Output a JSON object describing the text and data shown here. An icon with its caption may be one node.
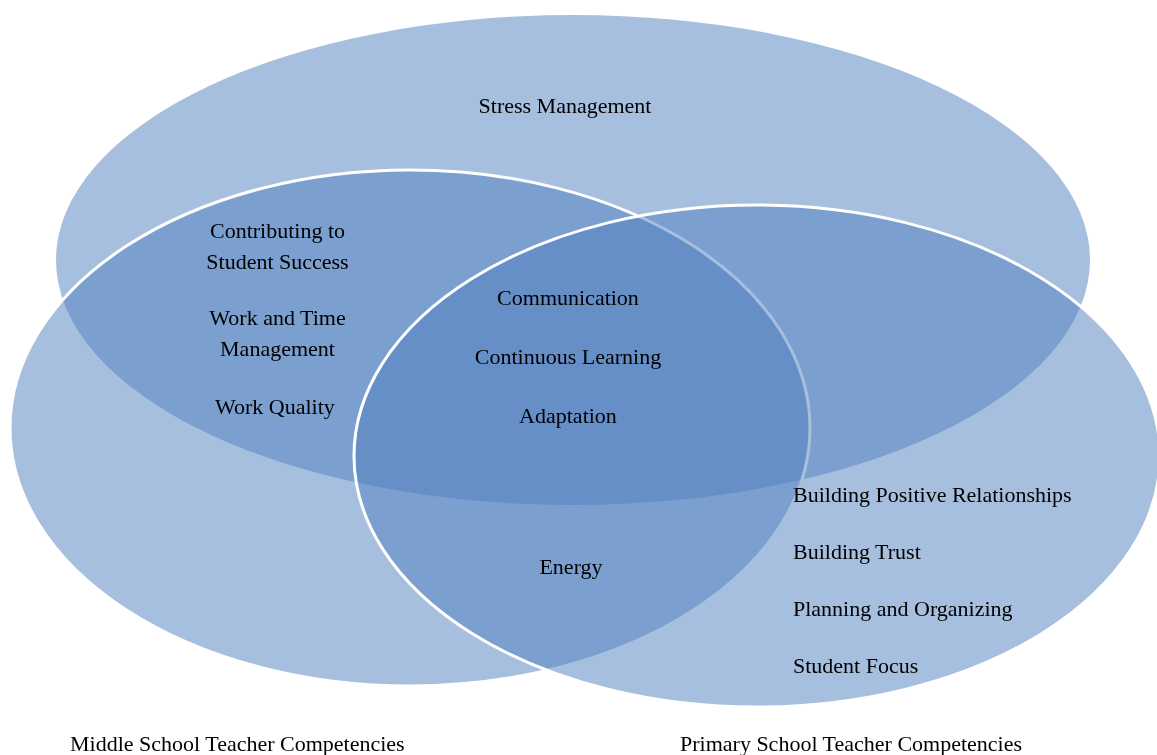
{
  "diagram": {
    "nodes": [
      {
        "text": [],
        "shape": "ellipse"
      },
      {
        "text": [],
        "shape": "ellipse"
      },
      {
        "text": [],
        "shape": "ellipse"
      }
    ],
    "edges": [],
    "labels": [
      "Stress Management",
      "Contributing to Student Success",
      "Communication",
      "Work and Time Management",
      "Continuous Learning",
      "Work Quality",
      "Adaptation",
      "Building Positive Relationships",
      "Building Trust",
      "Energy",
      "Planning and Organizing",
      "Student Focus",
      "Middle School Teacher Competencies",
      "Primary School Teacher Competencies"
    ]
  }
}
